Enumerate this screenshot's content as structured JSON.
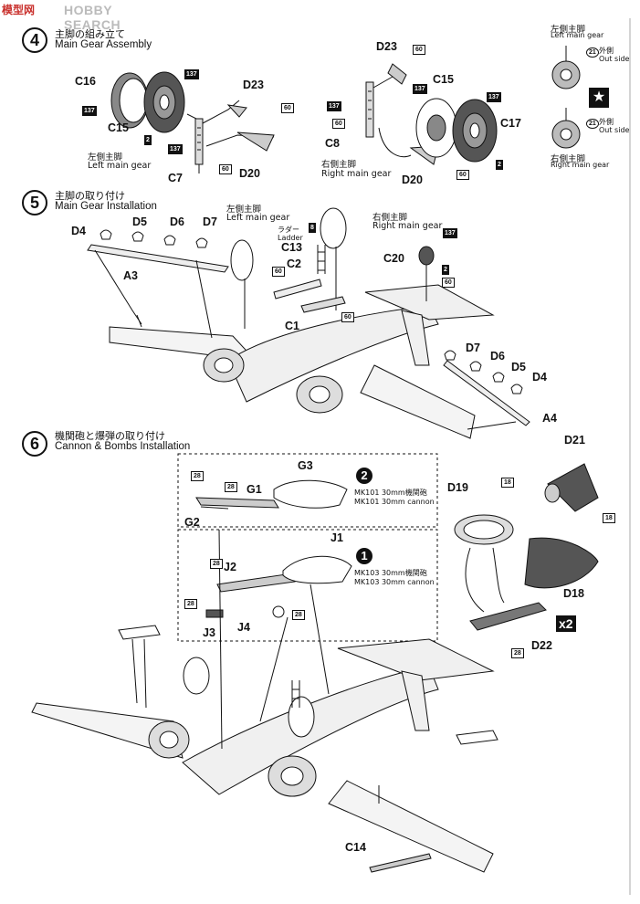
{
  "watermark": {
    "cn": "模型网",
    "en": "HOBBY SEARCH"
  },
  "steps": [
    {
      "num": "4",
      "jp": "主脚の組み立て",
      "en": "Main Gear Assembly"
    },
    {
      "num": "5",
      "jp": "主脚の取り付け",
      "en": "Main Gear Installation"
    },
    {
      "num": "6",
      "jp": "機関砲と爆弾の取り付け",
      "en": "Cannon & Bombs Installation"
    }
  ],
  "step4": {
    "left": {
      "parts": [
        "C16",
        "C15",
        "C7",
        "D23",
        "D20"
      ],
      "jp": "左側主脚",
      "en": "Left main gear",
      "tags": [
        "137",
        "137",
        "2",
        "137",
        "60",
        "60"
      ]
    },
    "right": {
      "parts": [
        "D23",
        "C15",
        "C17",
        "C8",
        "D20"
      ],
      "jp": "右側主脚",
      "en": "Right main gear",
      "tags": [
        "60",
        "137",
        "137",
        "137",
        "60",
        "2",
        "60"
      ]
    },
    "side": {
      "left_jp": "左側主脚",
      "left_en": "Left main gear",
      "left_num": "21",
      "left_out_jp": "外側",
      "left_out_en": "Out side",
      "right_jp": "右側主脚",
      "right_en": "Right main gear",
      "right_num": "21",
      "right_out_jp": "外側",
      "right_out_en": "Out side"
    }
  },
  "step5": {
    "parts_left": [
      "D4",
      "D5",
      "D6",
      "D7",
      "A3"
    ],
    "parts_right": [
      "D7",
      "D6",
      "D5",
      "D4",
      "A4"
    ],
    "left_gear_jp": "左側主脚",
    "left_gear_en": "Left main gear",
    "right_gear_jp": "右側主脚",
    "right_gear_en": "Right main gear",
    "ladder_jp": "ラダー",
    "ladder_en": "Ladder",
    "parts_misc": [
      "C13",
      "C2",
      "C1",
      "C20"
    ],
    "tags": [
      "8",
      "60",
      "60",
      "137",
      "2",
      "60"
    ]
  },
  "step6": {
    "opt2": {
      "num": "2",
      "jp": "MK101 30mm機関砲",
      "en": "MK101 30mm cannon",
      "parts": [
        "G3",
        "G1",
        "G2"
      ],
      "tags": [
        "28",
        "28"
      ]
    },
    "opt1": {
      "num": "1",
      "jp": "MK103 30mm機関砲",
      "en": "MK103 30mm cannon",
      "parts": [
        "J1",
        "J2",
        "J3",
        "J4"
      ],
      "tags": [
        "28",
        "28",
        "28"
      ]
    },
    "bomb": {
      "parts": [
        "D21",
        "D19",
        "D18",
        "D22"
      ],
      "tags": [
        "18",
        "18",
        "28"
      ],
      "mult": "x2"
    },
    "c14": "C14"
  }
}
